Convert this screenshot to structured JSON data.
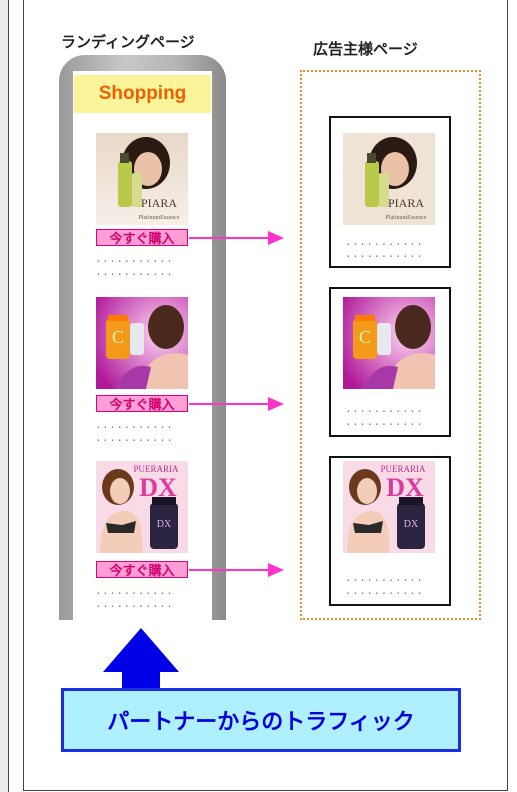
{
  "headings": {
    "landing_page": "ランディングページ",
    "advertiser_page": "広告主様ページ"
  },
  "shop_header": "Shopping",
  "buy_label": "今すぐ購入",
  "dot_line": "...........",
  "products": [
    {
      "brand": "PIARA",
      "sub": "PlatinumEssence"
    },
    {
      "brand": "",
      "sub": ""
    },
    {
      "brand": "PUERARIA",
      "sub": "DX"
    }
  ],
  "traffic_label": "パートナーからのトラフィック",
  "colors": {
    "buy_bg": "#ff9fd6",
    "buy_text": "#d4006f",
    "arrow": "#ff33cc",
    "traffic_bg": "#aef0ff",
    "traffic_border": "#1b2fe0",
    "dotted_border": "#f08a2a"
  }
}
